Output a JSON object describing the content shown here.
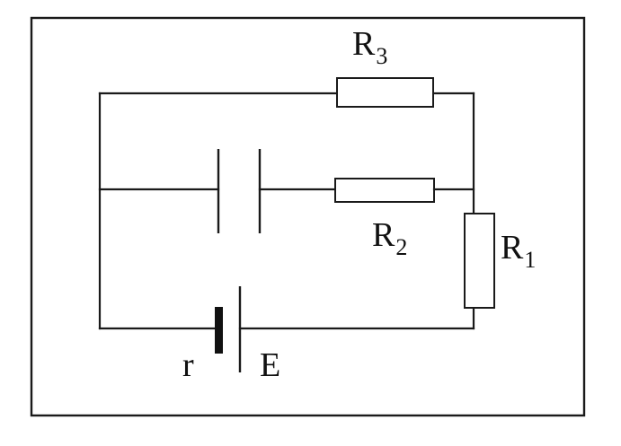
{
  "diagram": {
    "labels": {
      "r3": {
        "main": "R",
        "sub": "3"
      },
      "r2": {
        "main": "R",
        "sub": "2"
      },
      "r1": {
        "main": "R",
        "sub": "1"
      },
      "internal_resistance": "r",
      "emf": "E"
    }
  }
}
